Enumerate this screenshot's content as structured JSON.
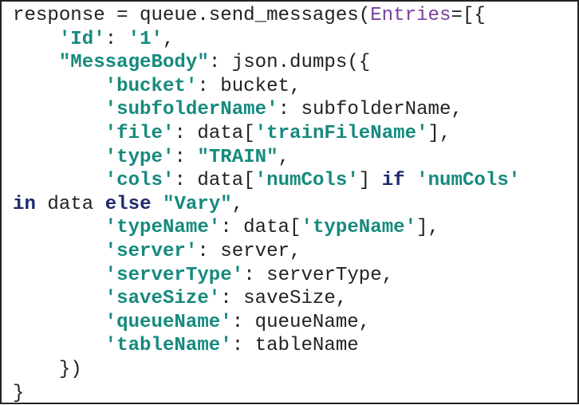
{
  "colors": {
    "string": "#168a7e",
    "keyword": "#1e2a6e",
    "parameter": "#7a3f9c",
    "text": "#222222",
    "border": "#222222",
    "background": "#ffffff"
  },
  "code": {
    "language": "python",
    "lines": [
      [
        {
          "t": "plain",
          "v": "response = queue.send_messages("
        },
        {
          "t": "param",
          "v": "Entries"
        },
        {
          "t": "plain",
          "v": "=[{"
        }
      ],
      [
        {
          "t": "plain",
          "v": "    "
        },
        {
          "t": "str",
          "v": "'Id'"
        },
        {
          "t": "plain",
          "v": ": "
        },
        {
          "t": "str",
          "v": "'1'"
        },
        {
          "t": "plain",
          "v": ","
        }
      ],
      [
        {
          "t": "plain",
          "v": "    "
        },
        {
          "t": "str",
          "v": "\"MessageBody\""
        },
        {
          "t": "plain",
          "v": ": json.dumps({"
        }
      ],
      [
        {
          "t": "plain",
          "v": "        "
        },
        {
          "t": "str",
          "v": "'bucket'"
        },
        {
          "t": "plain",
          "v": ": bucket,"
        }
      ],
      [
        {
          "t": "plain",
          "v": "        "
        },
        {
          "t": "str",
          "v": "'subfolderName'"
        },
        {
          "t": "plain",
          "v": ": subfolderName,"
        }
      ],
      [
        {
          "t": "plain",
          "v": "        "
        },
        {
          "t": "str",
          "v": "'file'"
        },
        {
          "t": "plain",
          "v": ": data["
        },
        {
          "t": "str",
          "v": "'trainFileName'"
        },
        {
          "t": "plain",
          "v": "],"
        }
      ],
      [
        {
          "t": "plain",
          "v": "        "
        },
        {
          "t": "str",
          "v": "'type'"
        },
        {
          "t": "plain",
          "v": ": "
        },
        {
          "t": "str",
          "v": "\"TRAIN\""
        },
        {
          "t": "plain",
          "v": ","
        }
      ],
      [
        {
          "t": "plain",
          "v": "        "
        },
        {
          "t": "str",
          "v": "'cols'"
        },
        {
          "t": "plain",
          "v": ": data["
        },
        {
          "t": "str",
          "v": "'numCols'"
        },
        {
          "t": "plain",
          "v": "] "
        },
        {
          "t": "kw",
          "v": "if"
        },
        {
          "t": "plain",
          "v": " "
        },
        {
          "t": "str",
          "v": "'numCols'"
        }
      ],
      [
        {
          "t": "kw",
          "v": "in"
        },
        {
          "t": "plain",
          "v": " data "
        },
        {
          "t": "kw",
          "v": "else"
        },
        {
          "t": "plain",
          "v": " "
        },
        {
          "t": "str",
          "v": "\"Vary\""
        },
        {
          "t": "plain",
          "v": ","
        }
      ],
      [
        {
          "t": "plain",
          "v": "        "
        },
        {
          "t": "str",
          "v": "'typeName'"
        },
        {
          "t": "plain",
          "v": ": data["
        },
        {
          "t": "str",
          "v": "'typeName'"
        },
        {
          "t": "plain",
          "v": "],"
        }
      ],
      [
        {
          "t": "plain",
          "v": "        "
        },
        {
          "t": "str",
          "v": "'server'"
        },
        {
          "t": "plain",
          "v": ": server,"
        }
      ],
      [
        {
          "t": "plain",
          "v": "        "
        },
        {
          "t": "str",
          "v": "'serverType'"
        },
        {
          "t": "plain",
          "v": ": serverType,"
        }
      ],
      [
        {
          "t": "plain",
          "v": "        "
        },
        {
          "t": "str",
          "v": "'saveSize'"
        },
        {
          "t": "plain",
          "v": ": saveSize,"
        }
      ],
      [
        {
          "t": "plain",
          "v": "        "
        },
        {
          "t": "str",
          "v": "'queueName'"
        },
        {
          "t": "plain",
          "v": ": queueName,"
        }
      ],
      [
        {
          "t": "plain",
          "v": "        "
        },
        {
          "t": "str",
          "v": "'tableName'"
        },
        {
          "t": "plain",
          "v": ": tableName"
        }
      ],
      [
        {
          "t": "plain",
          "v": "    })"
        }
      ],
      [
        {
          "t": "plain",
          "v": "}"
        }
      ]
    ]
  }
}
